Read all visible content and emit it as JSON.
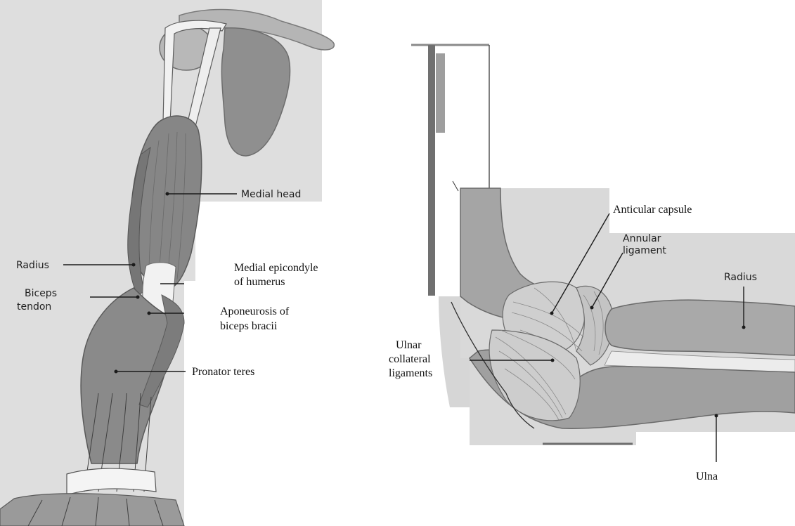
{
  "arm_labels": {
    "medial_head": "Medial head",
    "radius": "Radius",
    "biceps_tendon_line1": "Biceps",
    "biceps_tendon_line2": "tendon",
    "medial_epicondyle_line1": "Medial epicondyle",
    "medial_epicondyle_line2": "of humerus",
    "aponeurosis_line1": "Aponeurosis of",
    "aponeurosis_line2": "biceps bracii",
    "pronator_teres": "Pronator teres"
  },
  "elbow_labels": {
    "articular_capsule": "Anticular capsule",
    "annular_ligament_line1": "Annular",
    "annular_ligament_line2": "ligament",
    "radius": "Radius",
    "ulnar_collateral_line1": "Ulnar",
    "ulnar_collateral_line2": "collateral",
    "ulnar_collateral_line3": "ligaments",
    "ulna": "Ulna"
  },
  "colors": {
    "panel_background": "#dcdcdc",
    "muscle": "#8c8c8c",
    "muscle_dark": "#707070",
    "bone": "#a9a9a9",
    "tendon": "#e9e9e9",
    "ligament": "#c9c9c9",
    "line": "#1b1b1b"
  }
}
